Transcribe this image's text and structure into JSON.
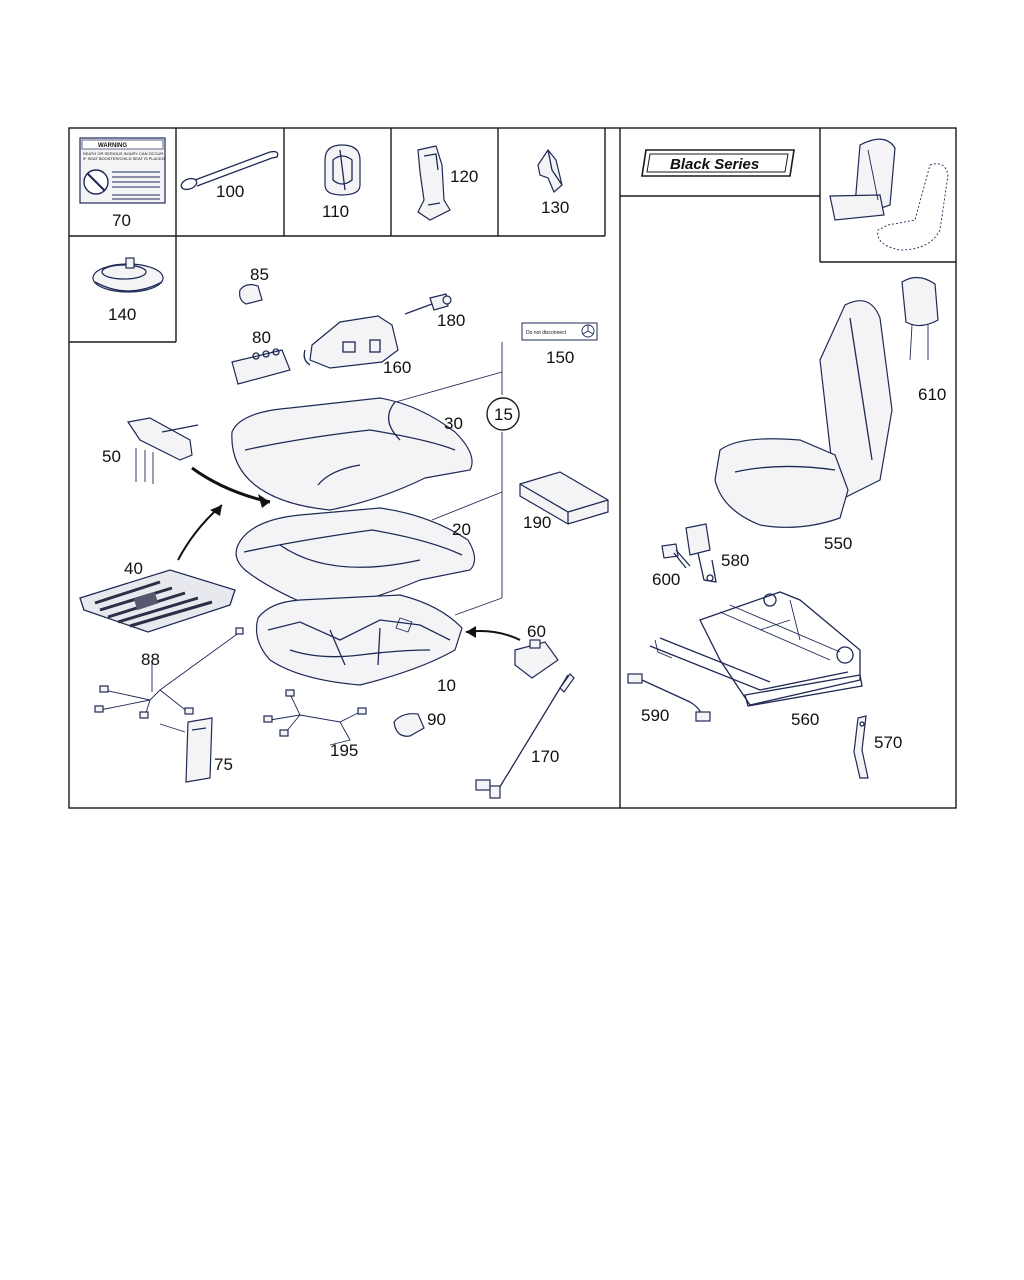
{
  "badge": {
    "text": "Black Series"
  },
  "label_15": {
    "text": "15"
  },
  "warning": {
    "title": "WARNING",
    "line1": "DEATH OR SERIOUS INJURY CAN OCCUR",
    "line2": "IF SEAT BOOSTER/CHILD SEAT IS PLACED"
  },
  "sticker_150": {
    "text": "Do not disconnect"
  },
  "parts": {
    "p70": "70",
    "p100": "100",
    "p110": "110",
    "p120": "120",
    "p130": "130",
    "p140": "140",
    "p85": "85",
    "p80": "80",
    "p180": "180",
    "p160": "160",
    "p150": "150",
    "p30": "30",
    "p50": "50",
    "p20": "20",
    "p190": "190",
    "p40": "40",
    "p60": "60",
    "p88": "88",
    "p10": "10",
    "p90": "90",
    "p195": "195",
    "p75": "75",
    "p170": "170",
    "p610": "610",
    "p550": "550",
    "p580": "580",
    "p600": "600",
    "p590": "590",
    "p560": "560",
    "p570": "570"
  },
  "colors": {
    "line": "#1e2a55",
    "frame": "#1a1a1a"
  }
}
